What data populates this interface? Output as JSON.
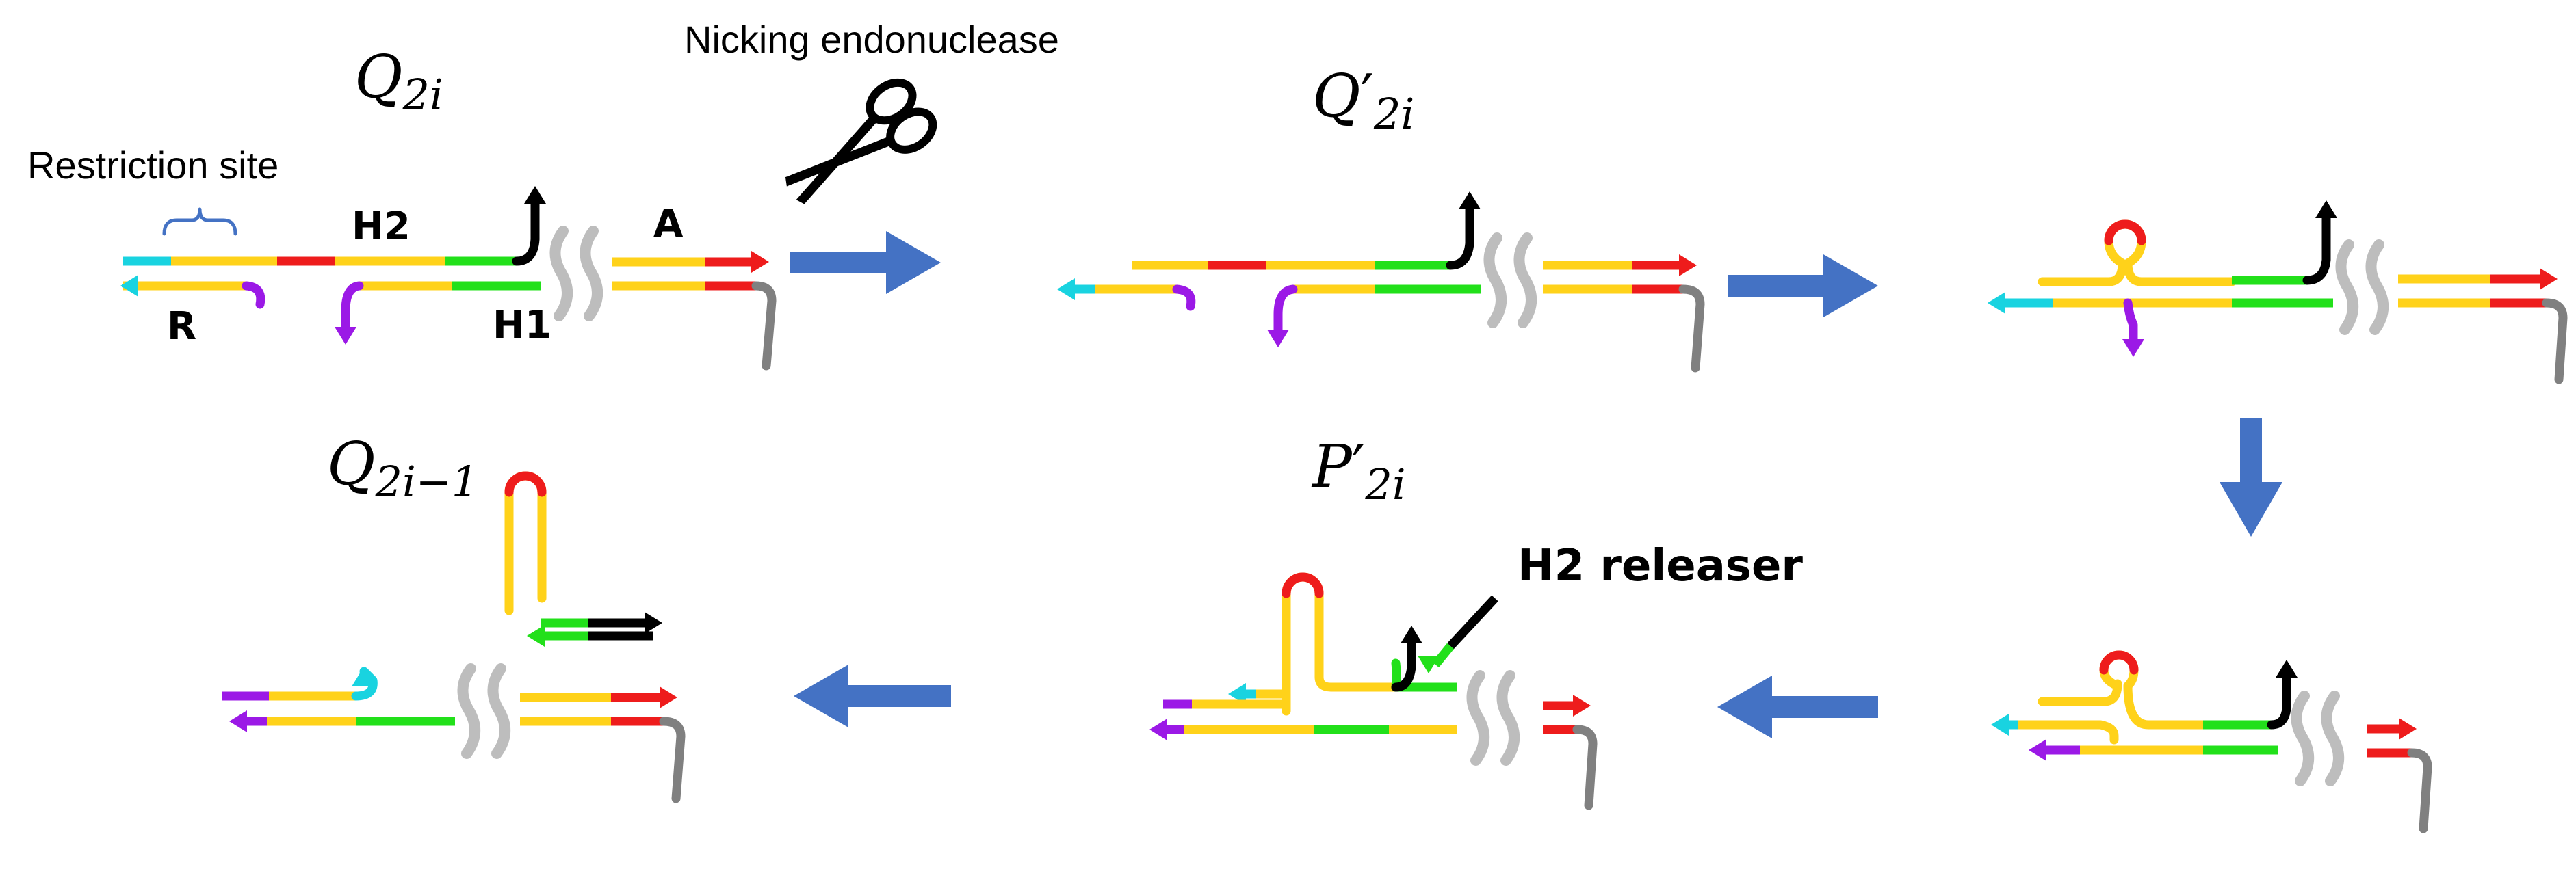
{
  "colors": {
    "cyan": "#19d3e0",
    "yellow": "#ffd21a",
    "red": "#ee1c1c",
    "green": "#22e01a",
    "purple": "#9b19e6",
    "black": "#000000",
    "gray": "#808080",
    "spacer": "#bdbdbd",
    "flow_arrow": "#4472c4",
    "brace": "#4472c4"
  },
  "labels": {
    "state_q2i_letter": "Q",
    "state_q2i_sub": "2i",
    "state_q2i_prime_letter": "Q",
    "state_q2i_prime_mark": "′",
    "state_q2i_prime_sub": "2i",
    "state_p2i_prime_letter": "P",
    "state_p2i_prime_mark": "′",
    "state_p2i_prime_sub": "2i",
    "state_q2i_minus1_letter": "Q",
    "state_q2i_minus1_sub": "2i−1",
    "nicking_endonuclease": "Nicking endonuclease",
    "restriction_site": "Restriction site",
    "segment_h2": "H2",
    "segment_h1": "H1",
    "segment_a": "A",
    "segment_r": "R",
    "h2_releaser": "H2 releaser"
  },
  "icons": {
    "scissors": "scissors-icon",
    "brace": "curly-brace-icon"
  }
}
